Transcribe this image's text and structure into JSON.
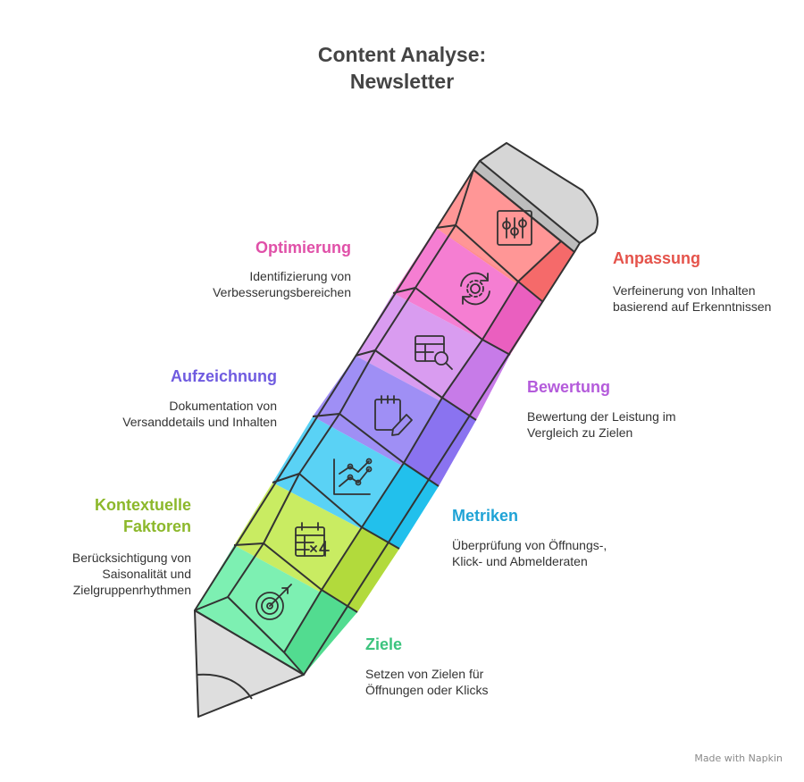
{
  "title": {
    "line1": "Content Analyse:",
    "line2": "Newsletter"
  },
  "steps": [
    {
      "label": "Anpassung",
      "desc": "Verfeinerung von Inhalten basierend auf Erkenntnissen",
      "color": "#e5534b",
      "icon": "adjust-sliders-icon"
    },
    {
      "label": "Optimierung",
      "desc": "Identifizierung von Verbesserungsbereichen",
      "color": "#e050a8",
      "icon": "refresh-gear-icon"
    },
    {
      "label": "Bewertung",
      "desc": "Bewertung der Leistung im Vergleich zu Zielen",
      "color": "#b45bdb",
      "icon": "table-search-icon"
    },
    {
      "label": "Aufzeichnung",
      "desc": "Dokumentation von Versanddetails und Inhalten",
      "color": "#6f5be0",
      "icon": "notepad-pencil-icon"
    },
    {
      "label": "Metriken",
      "desc": "Überprüfung von Öffnungs-, Klick- und Abmelderaten",
      "color": "#1fa3d6",
      "icon": "line-chart-icon"
    },
    {
      "label": "Kontextuelle Faktoren",
      "desc": "Berücksichtigung von Saisonalität und Zielgruppenrhythmen",
      "color": "#8cb82b",
      "icon": "calendar-icon"
    },
    {
      "label": "Ziele",
      "desc": "Setzen von Zielen für Öffnungen oder Klicks",
      "color": "#3cc47e",
      "icon": "target-icon"
    }
  ],
  "watermark": "Made with Napkin"
}
